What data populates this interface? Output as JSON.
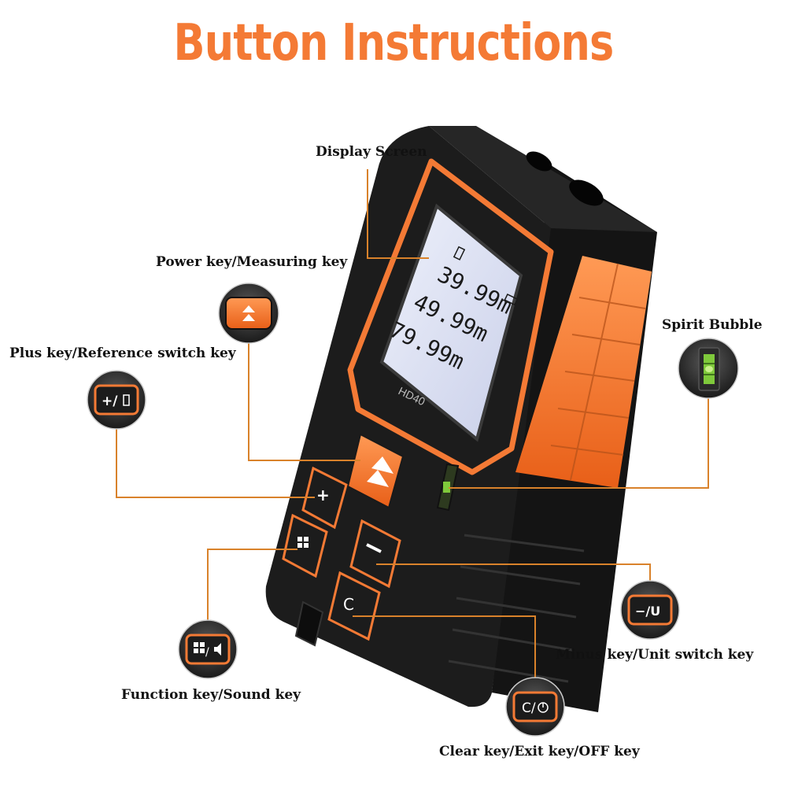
{
  "title": "Button Instructions",
  "colors": {
    "accent": "#f47a35",
    "device_body": "#1c1c1c",
    "leader_line": "#d9822b",
    "lcd": "#dfe3f4",
    "bubble": "#7fc93b"
  },
  "labels": {
    "display_screen": "Display Screen",
    "power_key": "Power key/Measuring key",
    "plus_key": "Plus key/Reference switch key",
    "spirit_bubble": "Spirit Bubble",
    "minus_key": "Minus key/Unit switch key",
    "function_key": "Function key/Sound key",
    "clear_key": "Clear key/Exit key/OFF key"
  },
  "device": {
    "model": "HD40",
    "readings": [
      "39.99m",
      "49.99m",
      "79.99m"
    ]
  },
  "key_glyphs": {
    "plus": "+/",
    "minus": "−/U",
    "clear": "C/",
    "function": "/"
  }
}
